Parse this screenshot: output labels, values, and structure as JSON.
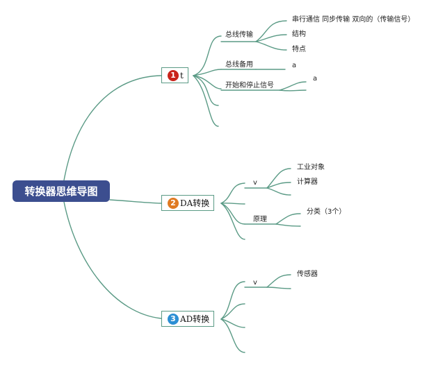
{
  "root": {
    "label": "转换器思维导图",
    "color": "#3c4e8f"
  },
  "branches": [
    {
      "number": "1",
      "label": "t",
      "badge_color": "#c9241b",
      "children": [
        {
          "label": "总线传输",
          "children": [
            "串行通信 同步传输 双向的（传输信号）",
            "结构",
            "特点"
          ]
        },
        {
          "label": "总线备用",
          "children": [
            "a"
          ]
        },
        {
          "label": "开始和停止信号",
          "children": [
            "a"
          ]
        }
      ]
    },
    {
      "number": "2",
      "label": "DA转换",
      "badge_color": "#e07a22",
      "children": [
        {
          "label": "v",
          "children": [
            "工业对象",
            "计算器"
          ]
        },
        {
          "label": "原理",
          "children": [
            "分类（3个）"
          ]
        }
      ]
    },
    {
      "number": "3",
      "label": "AD转换",
      "badge_color": "#2c8fd4",
      "children": [
        {
          "label": "v",
          "children": [
            "传感器"
          ]
        }
      ]
    }
  ],
  "edge_color": "#5a9a85"
}
